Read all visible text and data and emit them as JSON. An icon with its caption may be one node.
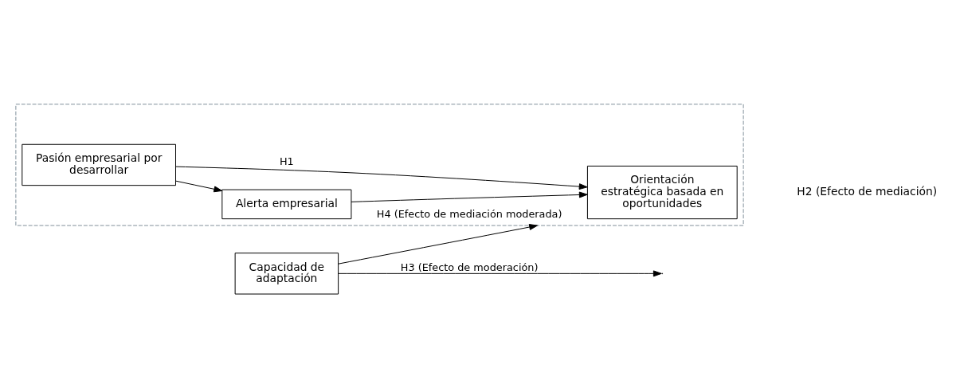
{
  "diagram": {
    "nodes": [
      {
        "text": [],
        "shape": "box"
      },
      {
        "text": [
          "Pasión empresarial por desarrollar"
        ],
        "in": 0
      },
      {
        "text": [
          "Alerta empresarial"
        ],
        "in": 0
      },
      {
        "text": [
          "Orientación estratégica basada en oportunidades"
        ],
        "in": 0
      },
      {
        "text": [
          "Capacidad de adaptación"
        ]
      }
    ],
    "edges": [
      {
        "from": 1,
        "to": 2,
        "arrow": "to"
      },
      {
        "from": 2,
        "to": 3,
        "arrow": "to"
      },
      {
        "from": 1,
        "to": 3,
        "arrow": "to",
        "label": "H1"
      },
      {
        "from": 4,
        "to": null,
        "arrow": "to",
        "label": "H3 (Efecto de moderación)"
      },
      {
        "from": 4,
        "to": 0,
        "arrow": "to",
        "label": "H4 (Efecto de mediación moderada)"
      }
    ],
    "labels": [
      "H2 (Efecto de mediación)"
    ]
  }
}
